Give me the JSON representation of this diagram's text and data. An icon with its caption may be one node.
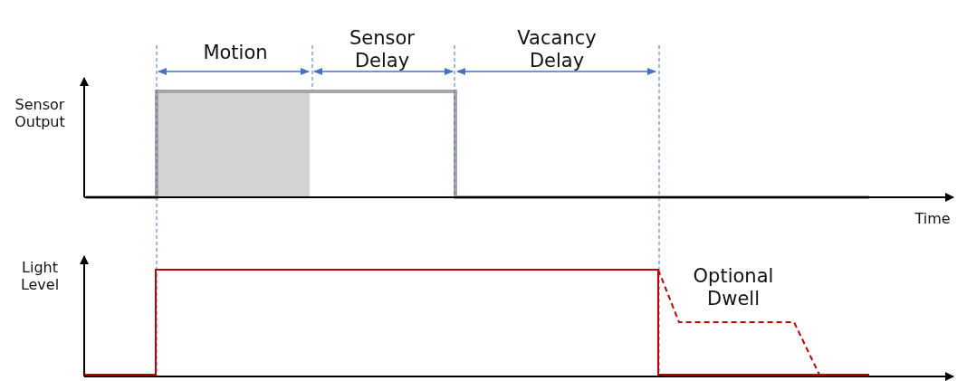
{
  "diagram": {
    "labels": [
      "Motion",
      "Sensor Delay",
      "Vacancy Delay",
      "Sensor Output",
      "Time",
      "Light Level",
      "Optional Dwell"
    ]
  }
}
